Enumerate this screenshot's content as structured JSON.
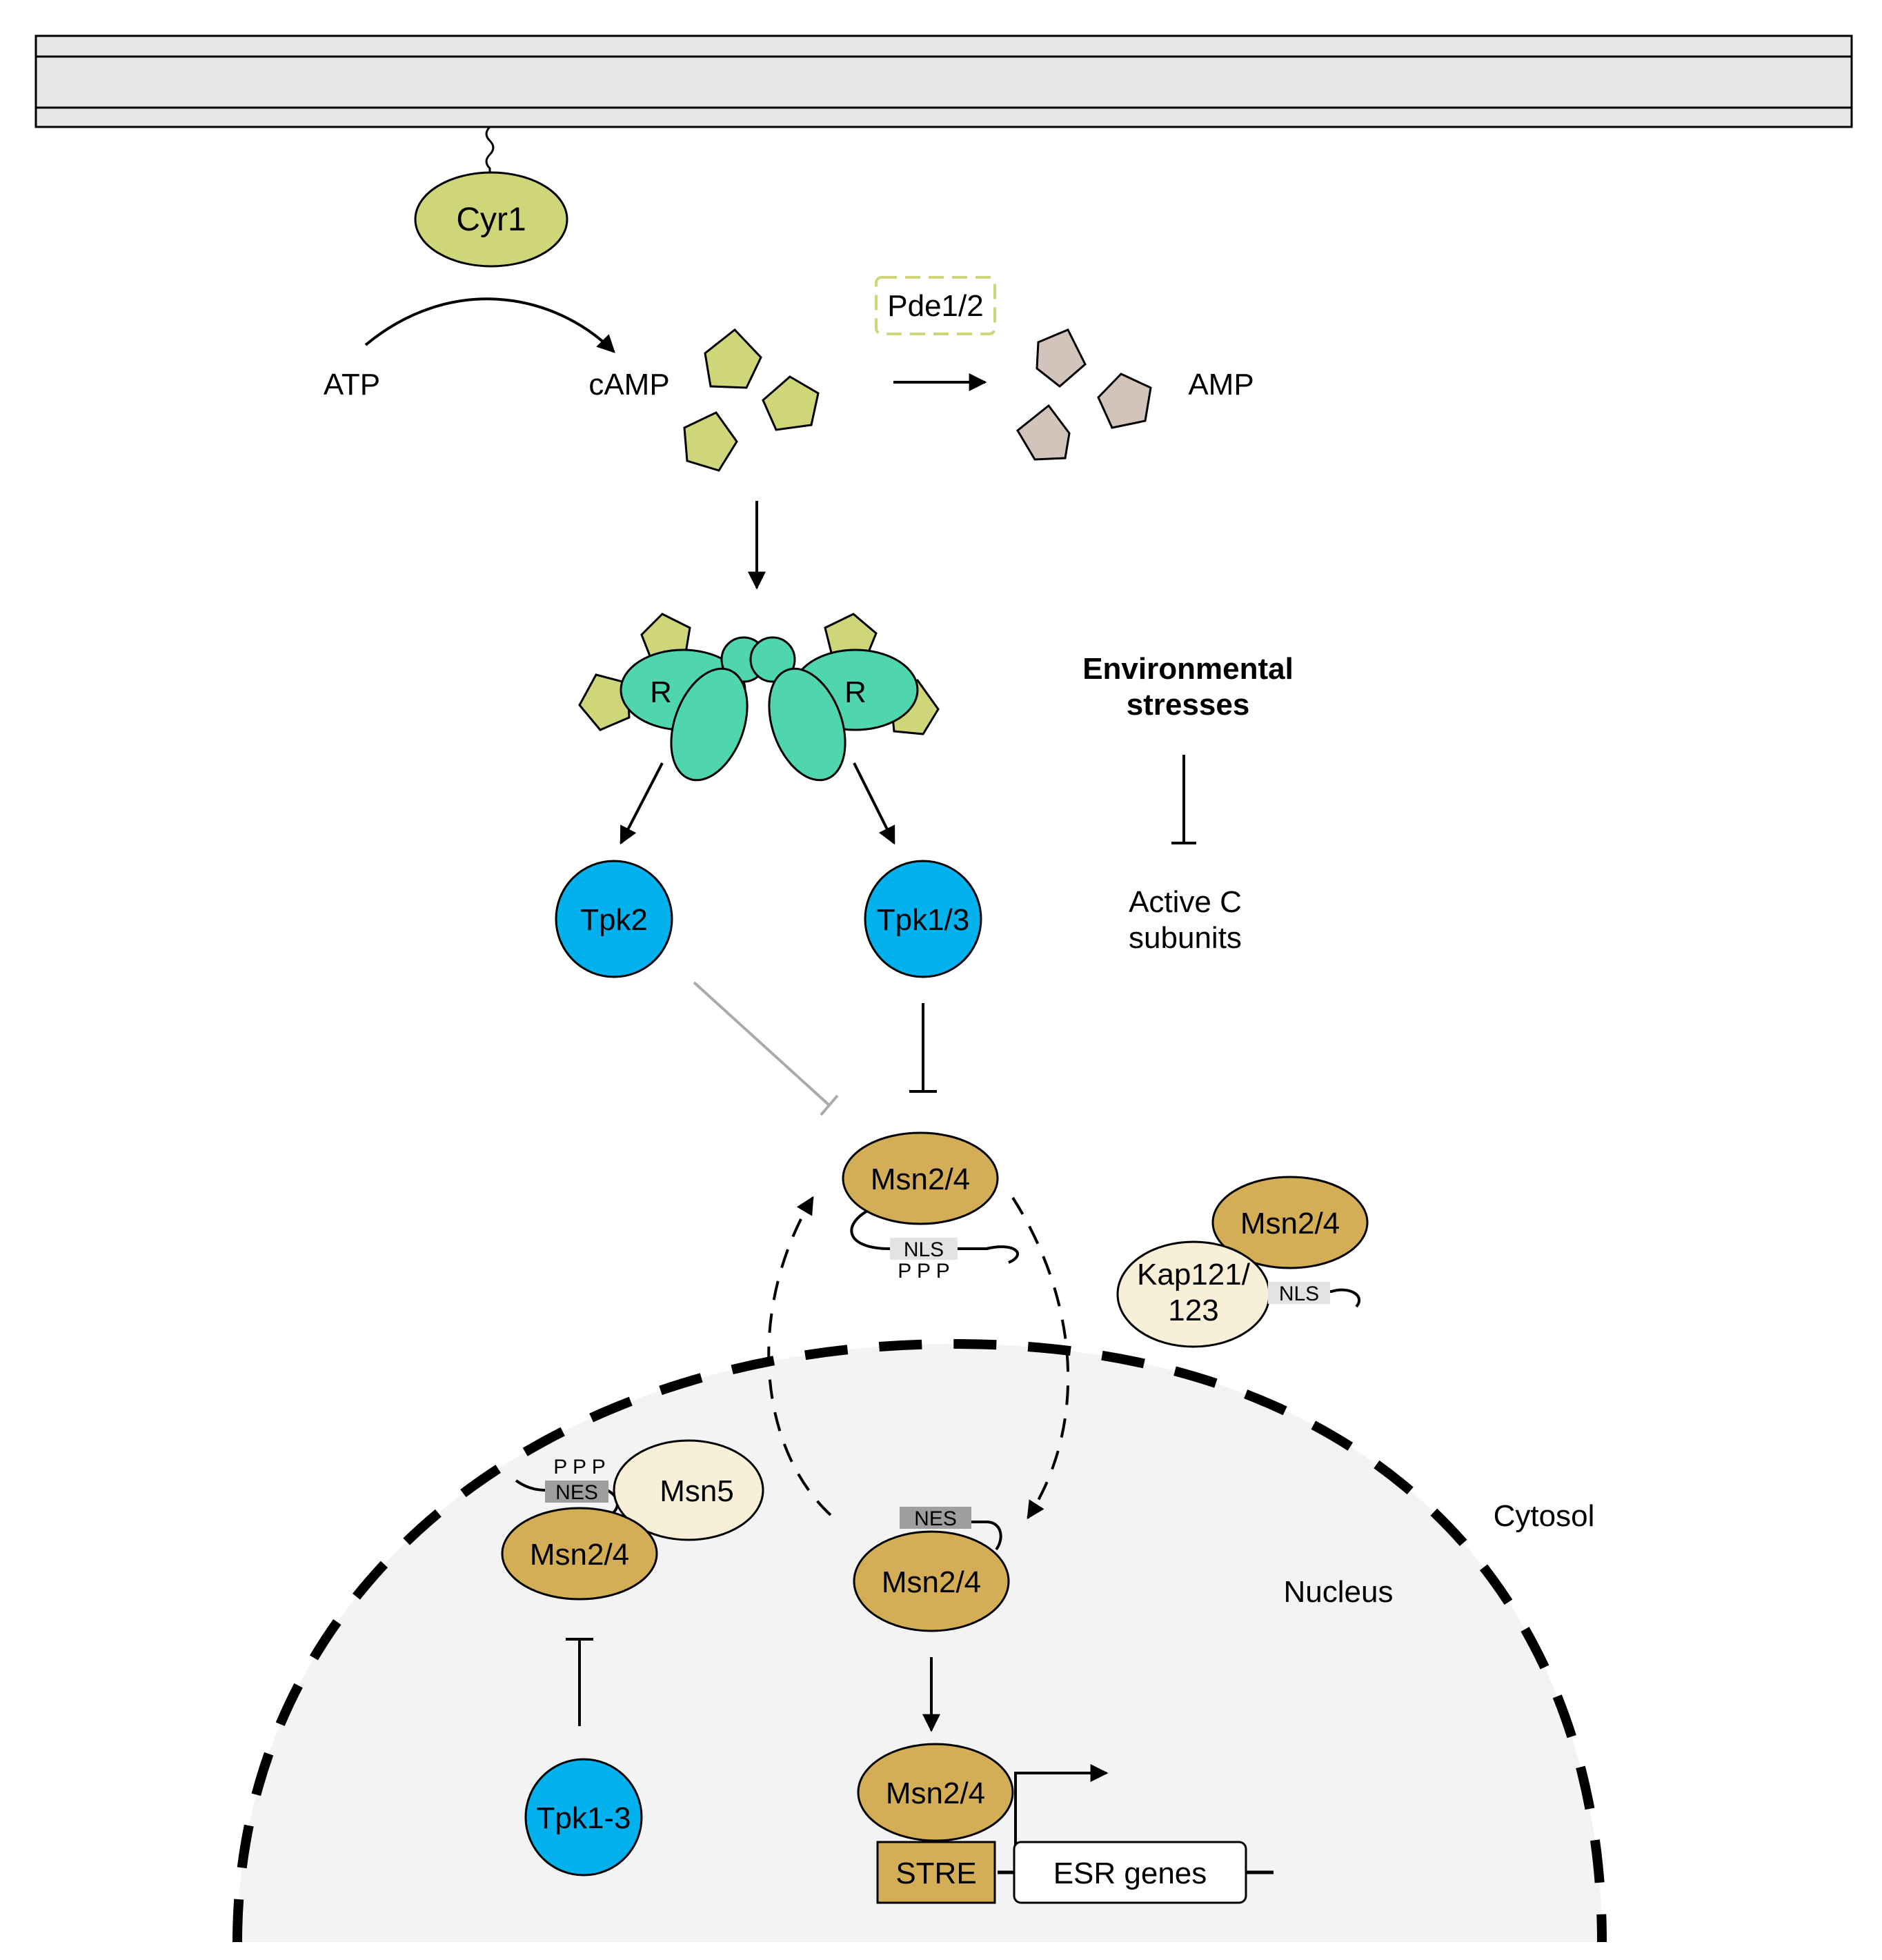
{
  "colors": {
    "cyr1": "#cfd67a",
    "camp": "#cfd67a",
    "amp": "#d3c4bb",
    "pka_regulatory": "#4fd6ae",
    "tpk": "#00b1ee",
    "msn": "#d3ae57",
    "kap_msn5": "#f7efd8",
    "nls_nes_box": "#e3e3e3",
    "nes_box_dark": "#9e9e9e",
    "nucleus": "#f3f3f3",
    "membrane": "#e6e6e6",
    "pde_dashed": "#cfd67a",
    "inhibit_gray": "#aaaaaa"
  },
  "labels": {
    "cyr1": "Cyr1",
    "atp": "ATP",
    "camp": "cAMP",
    "pde": "Pde1/2",
    "amp": "AMP",
    "r_left": "R",
    "r_right": "R",
    "env_line1": "Environmental",
    "env_line2": "stresses",
    "active_line1": "Active C",
    "active_line2": "subunits",
    "tpk2": "Tpk2",
    "tpk13": "Tpk1/3",
    "msn_top": "Msn2/4",
    "nls_top": "NLS",
    "ppp_top": "P P P",
    "msn_kap": "Msn2/4",
    "kap_line1": "Kap121/",
    "kap_line2": "123",
    "nls_kap": "NLS",
    "cytosol": "Cytosol",
    "nucleus": "Nucleus",
    "ppp_nuc": "P P P",
    "nes_left": "NES",
    "msn5": "Msn5",
    "msn_left": "Msn2/4",
    "nes_mid": "NES",
    "msn_mid": "Msn2/4",
    "tpk13_nuc": "Tpk1-3",
    "msn_bottom": "Msn2/4",
    "stre": "STRE",
    "esr": "ESR genes"
  }
}
